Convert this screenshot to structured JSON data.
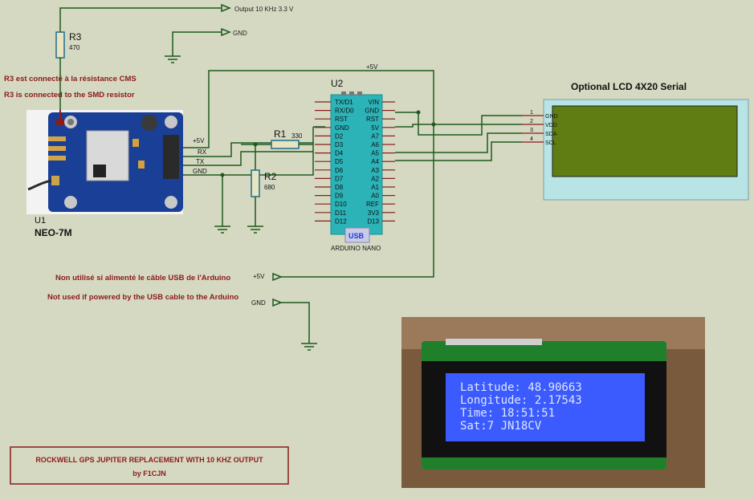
{
  "labels": {
    "output_10khz": "Output 10 KHz 3.3 V",
    "gnd_top": "GND",
    "r3_ref": "R3",
    "r3_val": "470",
    "note_fr_r3": "R3 est connecté à la résistance CMS",
    "note_en_r3": "R3 is connected to the SMD resistor",
    "plus5v_top": "+5V",
    "u2_ref": "U2",
    "u2_name": "ARDUINO NANO",
    "usb": "USB",
    "r1_ref": "R1",
    "r1_val": "330",
    "r2_ref": "R2",
    "r2_val": "680",
    "u1_ref": "U1",
    "u1_name": "NEO-7M",
    "gps_plus5v": "+5V",
    "gps_rx": "RX",
    "gps_tx": "TX",
    "gps_gnd": "GND",
    "lcd_title": "Optional LCD 4X20 Serial",
    "note_fr_usb": "Non utilisé si alimenté le câble USB de l'Arduino",
    "note_en_usb": "Not used if powered by the USB cable to the Arduino",
    "plus5v_bottom": "+5V",
    "gnd_bottom": "GND",
    "title_line1": "ROCKWELL GPS JUPITER REPLACEMENT WITH 10 KHZ OUTPUT",
    "title_line2": "by F1CJN"
  },
  "nano_left_pins": [
    "TX/D1",
    "RX/D0",
    "RST",
    "GND",
    "D2",
    "D3",
    "D4",
    "D5",
    "D6",
    "D7",
    "D8",
    "D9",
    "D10",
    "D11",
    "D12"
  ],
  "nano_right_pins": [
    "VIN",
    "GND",
    "RST",
    "5V",
    "A7",
    "A6",
    "A5",
    "A4",
    "A3",
    "A2",
    "A1",
    "A0",
    "REF",
    "3V3",
    "D13"
  ],
  "lcd_pins": [
    {
      "num": "1",
      "name": "GND"
    },
    {
      "num": "2",
      "name": "VDD"
    },
    {
      "num": "3",
      "name": "SDA"
    },
    {
      "num": "4",
      "name": "SCL"
    }
  ],
  "lcd_photo": [
    "Latitude: 48.90663",
    "Longitude: 2.17543",
    "Time: 18:51:51",
    "Sat:7   JN18CV"
  ],
  "colors": {
    "background": "#d6d9c2",
    "wire": "#1d5a1d",
    "label_red": "#8b1a1a",
    "arduino": "#2bb3b8",
    "lcd_screen": "#5f7d12",
    "lcd_backlight": "#3b5bff"
  }
}
